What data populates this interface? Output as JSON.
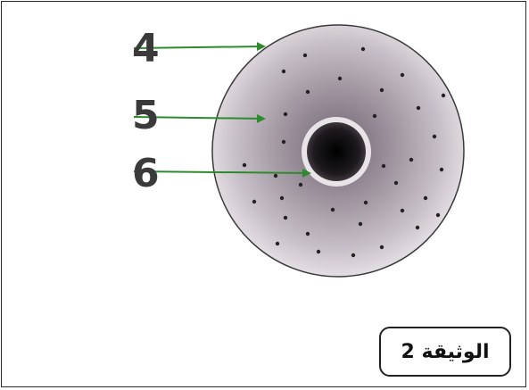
{
  "labels": {
    "l4": "4",
    "l5": "5",
    "l6": "6"
  },
  "document_label": "الوثيقة 2",
  "colors": {
    "arrow": "#2f8a2f",
    "cell_fill": "#9c8f9c",
    "nucleus": "#1a1a1a",
    "frame": "#2b2b2b"
  }
}
